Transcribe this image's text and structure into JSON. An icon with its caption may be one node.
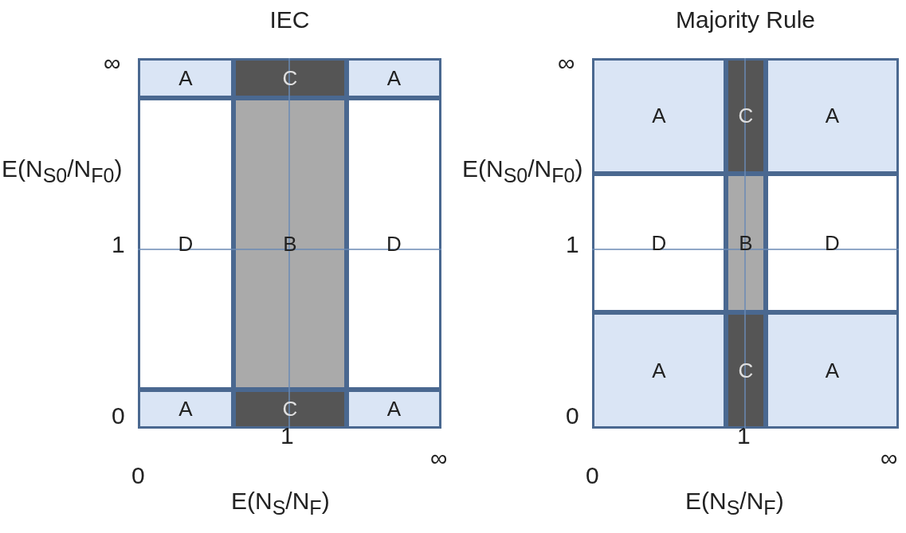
{
  "diagram": {
    "nodes": [
      {
        "text": [
          "IEC"
        ]
      },
      {
        "text": [
          "A"
        ],
        "in": 0
      },
      {
        "text": [
          "C"
        ],
        "in": 0
      },
      {
        "text": [
          "A"
        ],
        "in": 0
      },
      {
        "text": [
          "D"
        ],
        "in": 0
      },
      {
        "text": [
          "B"
        ],
        "in": 0
      },
      {
        "text": [
          "D"
        ],
        "in": 0
      },
      {
        "text": [
          "A"
        ],
        "in": 0
      },
      {
        "text": [
          "C"
        ],
        "in": 0
      },
      {
        "text": [
          "A"
        ],
        "in": 0
      },
      {
        "text": [
          "Majority Rule"
        ]
      },
      {
        "text": [
          "A"
        ],
        "in": 10
      },
      {
        "text": [
          "C"
        ],
        "in": 10
      },
      {
        "text": [
          "A"
        ],
        "in": 10
      },
      {
        "text": [
          "D"
        ],
        "in": 10
      },
      {
        "text": [
          "B"
        ],
        "in": 10
      },
      {
        "text": [
          "D"
        ],
        "in": 10
      },
      {
        "text": [
          "A"
        ],
        "in": 10
      },
      {
        "text": [
          "C"
        ],
        "in": 10
      },
      {
        "text": [
          "A"
        ],
        "in": 10
      }
    ],
    "labels": [
      "∞",
      "E(N$_{S0}$/N$_{F0}$)",
      "1",
      "0",
      "0",
      "1",
      "∞",
      "E(N$_{S}$/N$_{F}$)",
      "∞",
      "E(N$_{S0}$/N$_{F0}$)",
      "1",
      "0",
      "0",
      "1",
      "∞",
      "E(N$_{S}$/N$_{F}$)"
    ]
  }
}
